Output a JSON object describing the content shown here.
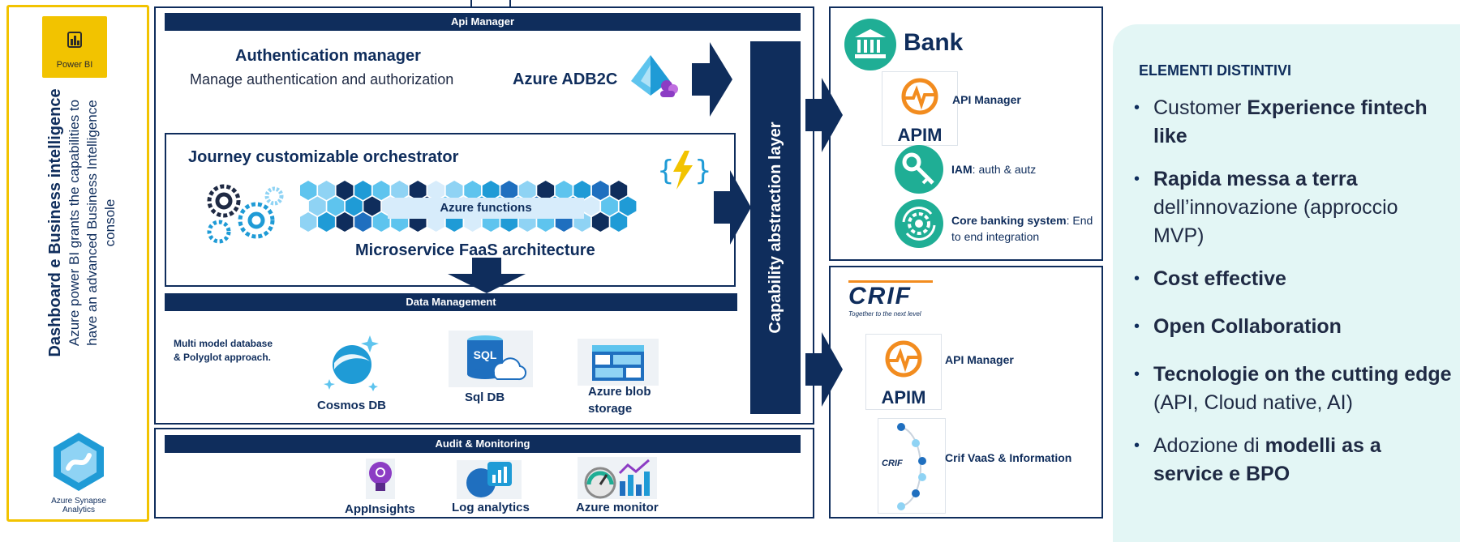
{
  "left_panel": {
    "powerbi_label": "Power BI",
    "title": "Dashboard e Business intelligence",
    "desc_line1": "Azure power BI grants the capabilities to",
    "desc_line2": "have an advanced Business Intelligence",
    "desc_line3": "console",
    "synapse_label": "Azure Synapse Analytics"
  },
  "api_manager_bar": "Api Manager",
  "auth": {
    "title": "Authentication manager",
    "subtitle": "Manage authentication and authorization",
    "adb2c": "Azure ADB2C"
  },
  "journey": {
    "title": "Journey customizable orchestrator",
    "azure_functions": "Azure functions",
    "faas": "Microservice FaaS architecture"
  },
  "data_management": {
    "bar": "Data Management",
    "multi_model_1": "Multi model database",
    "multi_model_2": "& Polyglot approach.",
    "cosmos": "Cosmos DB",
    "sql": "Sql DB",
    "sql_icon": "SQL",
    "blob_1": "Azure blob",
    "blob_2": "storage"
  },
  "audit": {
    "bar": "Audit & Monitoring",
    "appinsights": "AppInsights",
    "log_analytics": "Log analytics",
    "azure_monitor": "Azure monitor"
  },
  "capability_layer": "Capability abstraction layer",
  "bank": {
    "title": "Bank",
    "apim": "APIM",
    "api_manager": "API Manager",
    "iam_bold": "IAM",
    "iam_rest": ": auth & autz",
    "core_bold": "Core banking system",
    "core_rest": ": End",
    "core_line2": "to end integration"
  },
  "crif": {
    "logo": "CRIF",
    "tagline": "Together to the next level",
    "apim": "APIM",
    "api_manager": "API Manager",
    "vaas": "Crif VaaS & Information"
  },
  "elementi": {
    "title": "ELEMENTI DISTINTIVI",
    "b1_pre": "Customer ",
    "b1_bold": "Experience fintech like",
    "b2_bold": "Rapida messa a terra",
    "b2_rest": " dell’innovazione (approccio MVP)",
    "b3_bold": "Cost effective",
    "b4_bold": "Open Collaboration",
    "b5_bold": "Tecnologie on the cutting edge",
    "b5_rest": " (API, Cloud native, AI)",
    "b6_pre": "Adozione di ",
    "b6_bold": "modelli as a service e BPO"
  },
  "colors": {
    "navy": "#0f2d5c",
    "yellow": "#f2c300",
    "teal": "#1fae95",
    "panel_bg": "#e3f6f5",
    "azure_blue": "#1f9bd6"
  }
}
